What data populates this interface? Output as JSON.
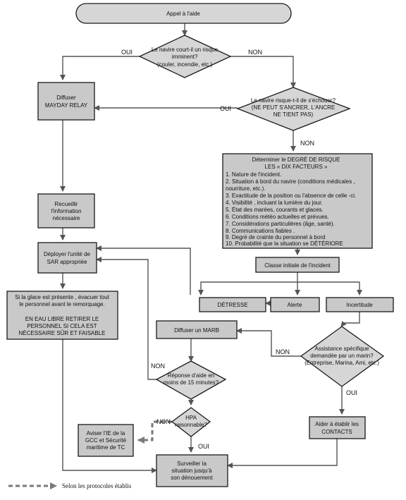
{
  "nodes": {
    "start": "Appel à l'aide",
    "d1": [
      "Le navire court-il un risque",
      "imminent?",
      "(couler, incendie, etc.)"
    ],
    "d2": [
      "Le navire risque-t-il de s'échouer?",
      "(NE PEUT S'ANCRER, L'ANCRE",
      "NE TIENT PAS)"
    ],
    "mayday": [
      "Diffuser",
      "MAYDAY RELAY"
    ],
    "risk_title": [
      "Déterminer le DEGRÉ DE RISQUE",
      "LES « DIX FACTEURS »"
    ],
    "risk_items": [
      "1.  Nature de l'incident.",
      "2.  Situation à bord du navire (conditions médicales ,",
      "     nourriture, etc.).",
      "3.  Exactitude de la position ou l'absence de celle -ci.",
      "4.  Visibilité , incluant la lumière du jour.",
      "5.  État des marées, courants et glaces.",
      "6.  Conditions météo actuelles et prévues.",
      "7.  Considérations particulières (âge, santé).",
      "8.  Communications fiables .",
      "9.  Degré de crainte du personnel à bord",
      "10. Probabilité que la situation se DÉTÉRIORE"
    ],
    "recueillir": [
      "Recueillir",
      "l'information",
      "nécessaire"
    ],
    "deployer": [
      "Déployer l'unité de",
      "SAR appropriée"
    ],
    "classe": "Classe initiale de l'incident",
    "detresse": "DÉTRESSE",
    "alerte": "Alerte",
    "incertitude": "Incertitude",
    "glace": [
      "Si la glace est présente , évacuer tout",
      "le personnel avant le remorquage.",
      "",
      "EN EAU LIBRE RETIRER LE",
      "PERSONNEL SI CELA EST",
      "NÉCESSAIRE SÛR ET FAISABLE"
    ],
    "marb": "Diffuser un MARB",
    "assist": [
      "Assistance spécifique",
      "demandée par un marin?",
      "(Entreprise, Marina, Ami, etc.)"
    ],
    "reponse": [
      "Réponse d'aide en",
      "moins de 15 minutes?"
    ],
    "hpa": [
      "HPA",
      "raisonnable?"
    ],
    "aviser": [
      "Aviser l'IE de la",
      "GCC et Sécurité",
      "maritime de TC"
    ],
    "aider": [
      "Aider à établir les",
      "CONTACTS"
    ],
    "surveiller": [
      "Surveiller la",
      "situation jusqu'à",
      "son dénouement"
    ]
  },
  "labels": {
    "oui": "OUI",
    "non": "NON"
  },
  "legend": "Selon les protocoles établis"
}
